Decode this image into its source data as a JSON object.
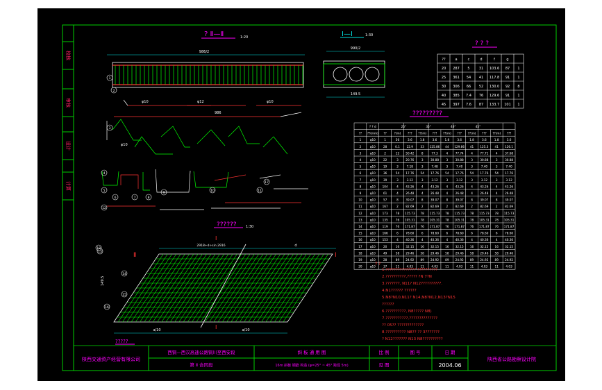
{
  "colors": {
    "background": "#000000",
    "frame": "#00d000",
    "cyan": "#00e0e0",
    "magenta": "#ff00ff",
    "red": "#ff3333",
    "white": "#ffffff",
    "green": "#00ff00",
    "yellow": "#ffff00",
    "side_tab": "#ff2060"
  },
  "side_tabs": [
    "校核",
    "审核",
    "设计",
    "计算"
  ],
  "view_titles": {
    "section_ii": "? Ⅱ—Ⅱ",
    "section_i": "Ⅰ—Ⅰ",
    "table_small": "? ? ?",
    "table_large": "?????????",
    "plan": "??????",
    "bottom_label": "?????"
  },
  "scales": {
    "section_ii": "1:20",
    "section_i": "1:30",
    "plan": "1:30"
  },
  "section_marks": {
    "left": "Ⅱ",
    "right": "Ⅰ",
    "top": "Ⅰ",
    "bottom": "Ⅰ"
  },
  "dims": {
    "top_span": "986/2",
    "sec_span": "990/2",
    "sec_width": "149.5",
    "plan_width": "d",
    "plan_skew": "2918+d÷sin 2916",
    "plan_h": "149.5",
    "plan_bot_left": "a/10",
    "plan_bot_right": "a/10"
  },
  "small_table": {
    "headers": [
      "??",
      "a",
      "c",
      "d",
      "f",
      "g"
    ],
    "rows": [
      [
        "20",
        "287",
        "5",
        "31",
        "103.6",
        "87",
        "1"
      ],
      [
        "25",
        "361",
        "54",
        "41",
        "117.8",
        "91",
        "1"
      ],
      [
        "30",
        "306",
        "66",
        "52",
        "130.0",
        "92",
        "8"
      ],
      [
        "40",
        "385",
        "7.4",
        "76",
        "129.6",
        "91",
        "1"
      ],
      [
        "45",
        "397",
        "7.6",
        "87",
        "133.7",
        "101",
        "1"
      ]
    ]
  },
  "large_table": {
    "header_top": [
      "? ? d",
      "",
      "25°",
      "",
      "35°",
      "",
      "40°",
      "",
      "45°"
    ],
    "header_sub": [
      "??",
      "??(mm)",
      "??",
      "?(m)",
      "???",
      "??(m)",
      "???",
      "??(m)",
      "???",
      "??(m)",
      "???",
      "??(m)",
      "???"
    ],
    "rows": [
      [
        "1",
        "φ10",
        "1",
        "56",
        "3.6",
        "1.8",
        "3.6",
        "1.8",
        "3.6",
        "1.8",
        "3.6",
        "1.8",
        "3.6"
      ],
      [
        "2",
        "φ10",
        "28",
        "0.1",
        "22.9",
        "33",
        "125.86",
        "44",
        "129.86",
        "41",
        "125.3",
        "41",
        "126.1"
      ],
      [
        "3",
        "φ10",
        "2",
        "12",
        "50.42",
        "8",
        "77.3",
        "4",
        "77.74",
        "4",
        "77.71",
        "4",
        "37.68"
      ],
      [
        "4",
        "φ10",
        "22",
        "3",
        "20.76",
        "3",
        "30.88",
        "3",
        "30.88",
        "3",
        "30.88",
        "3",
        "30.88"
      ],
      [
        "5",
        "φ10",
        "19",
        "3",
        "7.18",
        "3",
        "7.48",
        "3",
        "7.40",
        "3",
        "7.40",
        "3",
        "7.40"
      ],
      [
        "6",
        "φ10",
        "36",
        "54",
        "17.76",
        "54",
        "17.76",
        "54",
        "17.76",
        "54",
        "17.76",
        "54",
        "17.76"
      ],
      [
        "7",
        "φ10",
        "39",
        "3",
        "3.12",
        "3",
        "3.12",
        "3",
        "3.12",
        "3",
        "3.12",
        "3",
        "3.12"
      ],
      [
        "8",
        "φ10",
        "104",
        "4",
        "43.26",
        "4",
        "43.26",
        "4",
        "43.26",
        "4",
        "43.26",
        "4",
        "43.26"
      ],
      [
        "9",
        "φ10",
        "61",
        "4",
        "26.48",
        "4",
        "26.48",
        "4",
        "26.48",
        "4",
        "26.48",
        "4",
        "26.48"
      ],
      [
        "10",
        "φ10",
        "57",
        "8",
        "39.07",
        "8",
        "39.07",
        "8",
        "39.07",
        "8",
        "39.07",
        "8",
        "39.07"
      ],
      [
        "11",
        "φ10",
        "167",
        "2",
        "82.69",
        "2",
        "82.69",
        "2",
        "82.69",
        "2",
        "82.69",
        "2",
        "82.69"
      ],
      [
        "12",
        "φ10",
        "173",
        "78",
        "115.73",
        "78",
        "115.73",
        "78",
        "115.73",
        "78",
        "115.73",
        "78",
        "115.73"
      ],
      [
        "13",
        "φ10",
        "135",
        "76",
        "105.31",
        "78",
        "105.31",
        "78",
        "105.31",
        "78",
        "105.31",
        "78",
        "105.31"
      ],
      [
        "14",
        "φ10",
        "119",
        "76",
        "171.87",
        "76",
        "171.87",
        "76",
        "171.87",
        "76",
        "171.87",
        "76",
        "171.87"
      ],
      [
        "15",
        "φ10",
        "166",
        "6",
        "78.60",
        "6",
        "78.60",
        "6",
        "78.60",
        "6",
        "78.60",
        "6",
        "78.60"
      ],
      [
        "16",
        "φ10",
        "153",
        "4",
        "40.36",
        "4",
        "40.36",
        "4",
        "40.36",
        "4",
        "40.36",
        "4",
        "40.36"
      ],
      [
        "17",
        "φ10",
        "20",
        "16",
        "32.15",
        "16",
        "32.15",
        "16",
        "32.15",
        "16",
        "32.15",
        "16",
        "32.15"
      ],
      [
        "18",
        "φ10",
        "49",
        "58",
        "29.46",
        "58",
        "29.46",
        "58",
        "29.46",
        "58",
        "29.46",
        "58",
        "29.46"
      ],
      [
        "19",
        "φ10",
        "28",
        "89",
        "24.92",
        "89",
        "24.92",
        "89",
        "24.92",
        "89",
        "24.92",
        "89",
        "24.92"
      ],
      [
        "20",
        "φ10",
        "37",
        "11",
        "4.03",
        "11",
        "4.03",
        "11",
        "4.03",
        "11",
        "4.03",
        "11",
        "4.03"
      ]
    ]
  },
  "notes": {
    "title": "? ?",
    "lines": [
      "1.??????????????? ??????????",
      "2.??????????,?????  ?N 7?N",
      "3.???????,  N11?  N12??????????.",
      "4.N1??????  ??????",
      "5.N8?N10,N11?  N14,N8?N12,N13?N15",
      "   ??????",
      "6.??????????,   N8?????    N8)",
      "7.???????????,??????????????",
      "   ??   05??  ?????????????",
      "8.??????????    N8??  ??    3???????",
      "   ? N12???????   N13  N8??????????"
    ]
  },
  "title_block": {
    "company": "陕西交通资产经营有限公司",
    "project_line1": "西铜—西汉高速公路铜川至西安段",
    "project_line2": "第 Ⅱ 合同段",
    "drawing_title": "斜 板 通 用 图",
    "drawing_sub": "16m 斜板 钢筋 构造 (φ=25° ~ 45°  跨径 5m)",
    "lbl_scale": "比 例",
    "lbl_figno": "图 号",
    "lbl_date": "日 期",
    "lbl_drawing": "见 图",
    "date": "2004.06",
    "designer": "陕西省公路勘察设计院"
  },
  "rebar_labels": {
    "r1": "φ10",
    "r2": "φ12",
    "r3": "φ10",
    "r4": "986",
    "r5": "φ10",
    "c1": "1",
    "c2": "2",
    "c3": "3",
    "c4": "4",
    "c5": "5",
    "c6": "6",
    "c7": "7",
    "c8": "8",
    "c9": "9",
    "c10": "10",
    "c11": "11",
    "c12": "12",
    "c13": "13",
    "c14": "14",
    "c15": "15",
    "c16": "16",
    "c17": "17",
    "c18": "18"
  }
}
